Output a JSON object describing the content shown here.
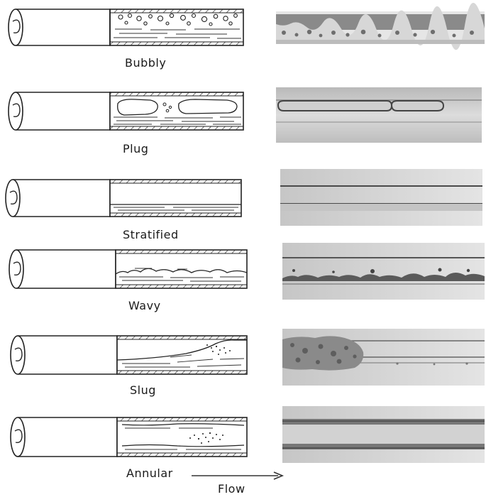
{
  "regimes": [
    {
      "label": "Bubbly"
    },
    {
      "label": "Plug"
    },
    {
      "label": "Stratified"
    },
    {
      "label": "Wavy"
    },
    {
      "label": "Slug"
    },
    {
      "label": "Annular"
    }
  ],
  "flow_label": "Flow"
}
